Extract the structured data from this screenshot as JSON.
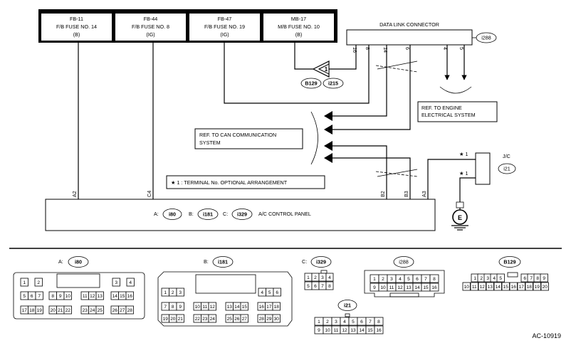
{
  "fuses": [
    {
      "code": "FB-11",
      "name": "F/B FUSE NO. 14",
      "circuit": "(B)"
    },
    {
      "code": "FB-44",
      "name": "F/B FUSE NO. 8",
      "circuit": "(IG)"
    },
    {
      "code": "FB-47",
      "name": "F/B FUSE NO. 19",
      "circuit": "(IG)"
    },
    {
      "code": "MB-17",
      "name": "M/B FUSE NO. 10",
      "circuit": "(B)"
    }
  ],
  "dlc": {
    "title": "DATA LINK CONNECTOR",
    "id": "i288",
    "pins": [
      "16",
      "8",
      "14",
      "6",
      "4",
      "5"
    ]
  },
  "junction": {
    "number": "1",
    "left": "B129",
    "right": "i215"
  },
  "ref_engine": {
    "line1": "REF. TO ENGINE",
    "line2": "ELECTRICAL SYSTEM"
  },
  "ref_can": {
    "line1": "REF. TO CAN COMMUNICATION",
    "line2": "SYSTEM"
  },
  "note": "★ 1 : TERMINAL No. OPTIONAL ARRANGEMENT",
  "jc": {
    "label": "J/C",
    "id": "i21",
    "star1": "★ 1",
    "star2": "★ 1"
  },
  "panel": {
    "a_prefix": "A:",
    "a_id": "i80",
    "b_prefix": "B:",
    "b_id": "i181",
    "c_prefix": "C:",
    "c_id": "i329",
    "name": "A/C CONTROL PANEL",
    "terminals": [
      "A2",
      "C4",
      "B2",
      "B3",
      "A3"
    ]
  },
  "connectors": {
    "a": {
      "prefix": "A:",
      "id": "i80",
      "rows": [
        [
          "1",
          "2",
          "3",
          "4"
        ],
        [
          "5",
          "6",
          "7",
          "8",
          "9",
          "10",
          "11",
          "12",
          "13",
          "14",
          "15",
          "16"
        ],
        [
          "17",
          "18",
          "19",
          "20",
          "21",
          "22",
          "23",
          "24",
          "25",
          "26",
          "27",
          "28"
        ]
      ]
    },
    "b": {
      "prefix": "B:",
      "id": "i181",
      "rows": [
        [
          "1",
          "2",
          "3",
          "4",
          "5",
          "6"
        ],
        [
          "7",
          "8",
          "9",
          "10",
          "11",
          "12",
          "13",
          "14",
          "15",
          "16",
          "17",
          "18"
        ],
        [
          "19",
          "20",
          "21",
          "22",
          "23",
          "24",
          "25",
          "26",
          "27",
          "28",
          "29",
          "30"
        ]
      ]
    },
    "c": {
      "prefix": "C:",
      "id": "i329",
      "rows": [
        [
          "1",
          "2",
          "3",
          "4"
        ],
        [
          "5",
          "6",
          "7",
          "8"
        ]
      ]
    },
    "i288": {
      "id": "i288",
      "rows": [
        [
          "1",
          "2",
          "3",
          "4",
          "5",
          "6",
          "7",
          "8"
        ],
        [
          "9",
          "10",
          "11",
          "12",
          "13",
          "14",
          "15",
          "16"
        ]
      ]
    },
    "b129": {
      "id": "B129",
      "rows": [
        [
          "1",
          "2",
          "3",
          "4",
          "5",
          "6",
          "7",
          "8",
          "9"
        ],
        [
          "10",
          "11",
          "12",
          "13",
          "14",
          "15",
          "16",
          "17",
          "18",
          "19",
          "20"
        ]
      ]
    },
    "i21": {
      "id": "i21",
      "rows": [
        [
          "1",
          "2",
          "3",
          "4",
          "5",
          "6",
          "7",
          "8"
        ],
        [
          "9",
          "10",
          "11",
          "12",
          "13",
          "14",
          "15",
          "16"
        ]
      ]
    }
  },
  "ground_symbol": "E",
  "code": "AC-10919"
}
